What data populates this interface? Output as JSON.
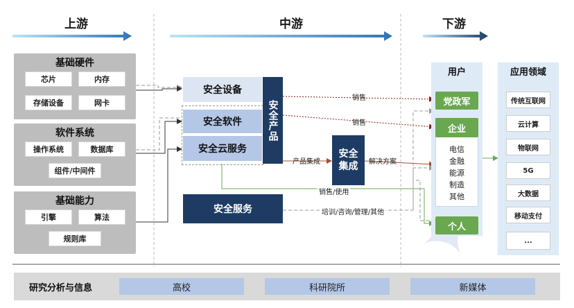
{
  "headers": {
    "upstream": "上游",
    "midstream": "中游",
    "downstream": "下游"
  },
  "upstream": {
    "hardware": {
      "title": "基础硬件",
      "items": [
        "芯片",
        "内存",
        "存储设备",
        "网卡"
      ]
    },
    "software": {
      "title": "软件系统",
      "items": [
        "操作系统",
        "数据库",
        "组件/中间件"
      ]
    },
    "capability": {
      "title": "基础能力",
      "items": [
        "引擎",
        "算法",
        "规则库"
      ]
    }
  },
  "midstream": {
    "security_device": "安全设备",
    "security_software": "安全软件",
    "security_cloud": "安全云服务",
    "security_products": "安全产品",
    "security_integration": "安全集成",
    "security_service": "安全服务"
  },
  "flows": {
    "sales1": "销售",
    "sales2": "销售",
    "product_integration": "产品集成",
    "solution": "解决方案",
    "sales_use": "销售/使用",
    "training": "培训/咨询/管理/其他"
  },
  "users": {
    "title": "用户",
    "government": "党政军",
    "enterprise": "企业",
    "sectors": [
      "电信",
      "金融",
      "能源",
      "制造",
      "其他"
    ],
    "individual": "个人"
  },
  "applications": {
    "title": "应用领域",
    "items": [
      "传统互联网",
      "云计算",
      "物联网",
      "5G",
      "大数据",
      "移动支付",
      "..."
    ]
  },
  "research": {
    "title": "研究分析与信息",
    "items": [
      "高校",
      "科研院所",
      "新媒体"
    ]
  },
  "colors": {
    "arrow_blue": "#2e75b6",
    "dark_navy": "#1e3c63",
    "green": "#6aa84f",
    "dark_red": "#8b1a1a"
  }
}
